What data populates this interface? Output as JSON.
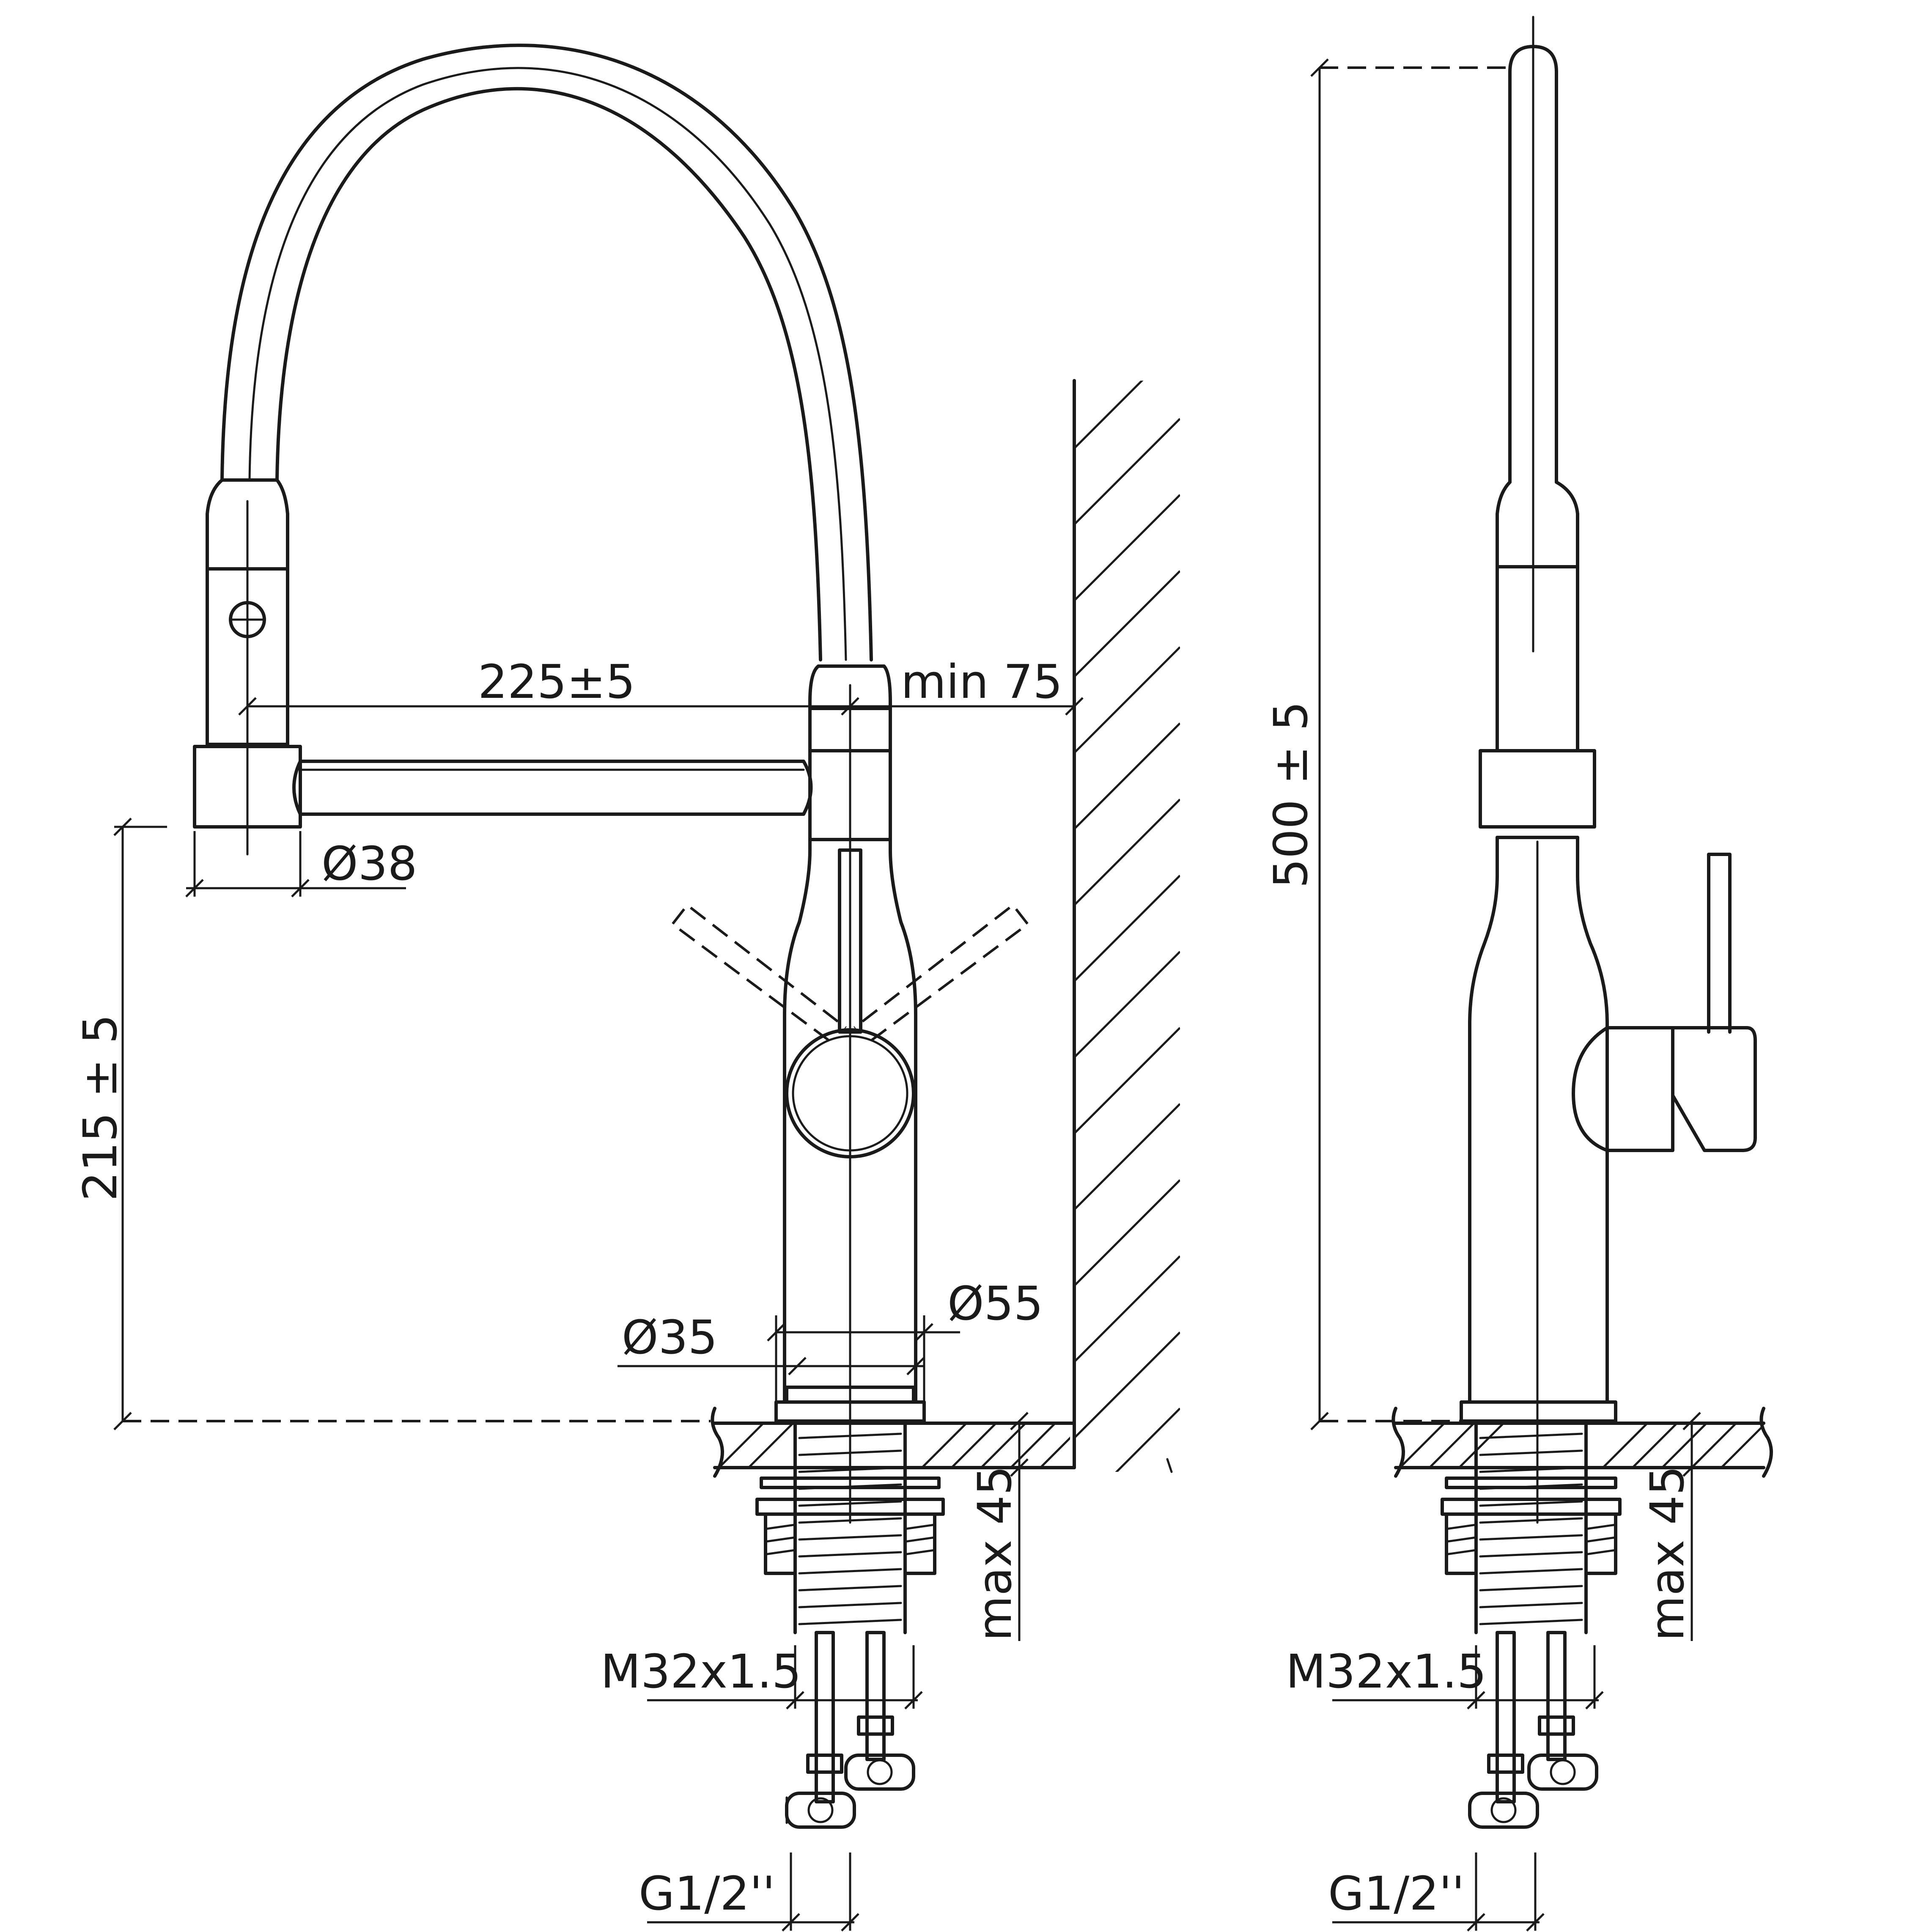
{
  "dimensions": {
    "spout_reach": "225±5",
    "wall_clearance": "min 75",
    "spout_outlet_diameter": "Ø38",
    "spout_height": "215 ± 5",
    "base_diameter": "Ø55",
    "body_diameter": "Ø35",
    "max_counter_thickness_front": "max 45",
    "max_counter_thickness_side": "max 45",
    "shank_thread_front": "M32x1.5",
    "shank_thread_side": "M32x1.5",
    "connection_thread_front": "G1/2''",
    "connection_thread_side": "G1/2''",
    "total_height": "500 ± 5"
  }
}
